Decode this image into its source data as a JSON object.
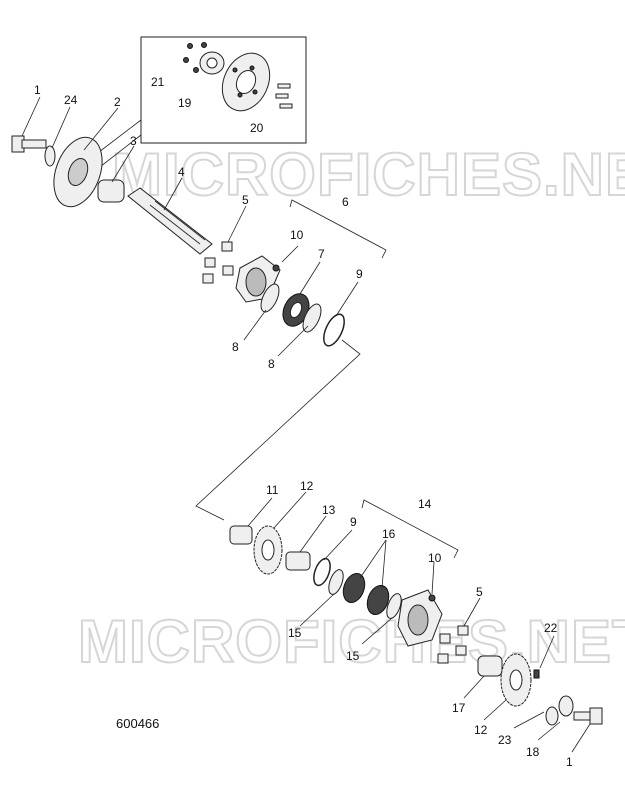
{
  "figure_number": "600466",
  "watermark_text": "MICROFICHES.NET",
  "callouts": [
    {
      "id": "c1a",
      "text": "1"
    },
    {
      "id": "c24",
      "text": "24"
    },
    {
      "id": "c2",
      "text": "2"
    },
    {
      "id": "c21",
      "text": "21"
    },
    {
      "id": "c19",
      "text": "19"
    },
    {
      "id": "c20",
      "text": "20"
    },
    {
      "id": "c3",
      "text": "3"
    },
    {
      "id": "c4",
      "text": "4"
    },
    {
      "id": "c5a",
      "text": "5"
    },
    {
      "id": "c6",
      "text": "6"
    },
    {
      "id": "c10a",
      "text": "10"
    },
    {
      "id": "c7",
      "text": "7"
    },
    {
      "id": "c9a",
      "text": "9"
    },
    {
      "id": "c8a",
      "text": "8"
    },
    {
      "id": "c8b",
      "text": "8"
    },
    {
      "id": "c11",
      "text": "11"
    },
    {
      "id": "c12a",
      "text": "12"
    },
    {
      "id": "c13",
      "text": "13"
    },
    {
      "id": "c9b",
      "text": "9"
    },
    {
      "id": "c14",
      "text": "14"
    },
    {
      "id": "c16",
      "text": "16"
    },
    {
      "id": "c10b",
      "text": "10"
    },
    {
      "id": "c5b",
      "text": "5"
    },
    {
      "id": "c15a",
      "text": "15"
    },
    {
      "id": "c15b",
      "text": "15"
    },
    {
      "id": "c22",
      "text": "22"
    },
    {
      "id": "c17",
      "text": "17"
    },
    {
      "id": "c12b",
      "text": "12"
    },
    {
      "id": "c23",
      "text": "23"
    },
    {
      "id": "c18",
      "text": "18"
    },
    {
      "id": "c1b",
      "text": "1"
    }
  ]
}
